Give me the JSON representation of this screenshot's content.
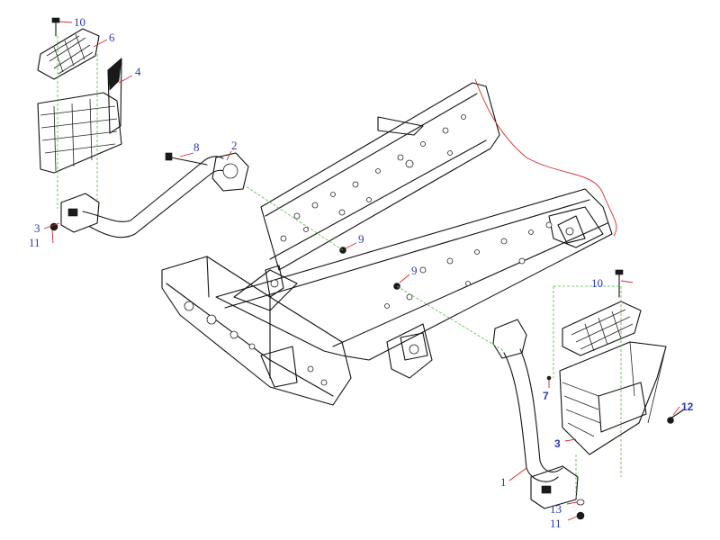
{
  "diagram": {
    "callouts": {
      "c10a": "10",
      "c6": "6",
      "c4": "4",
      "c8": "8",
      "c2": "2",
      "c3a": "3",
      "c11a": "11",
      "c9a": "9",
      "c9b": "9",
      "c10b": "10",
      "c7": "7",
      "c12": "12",
      "c3b": "3",
      "c1": "1",
      "c13": "13",
      "c11b": "11"
    },
    "colors": {
      "line": "#111111",
      "leader": "#d42a2a",
      "guide": "#4cbf3a",
      "label": "#2a38b8"
    }
  }
}
